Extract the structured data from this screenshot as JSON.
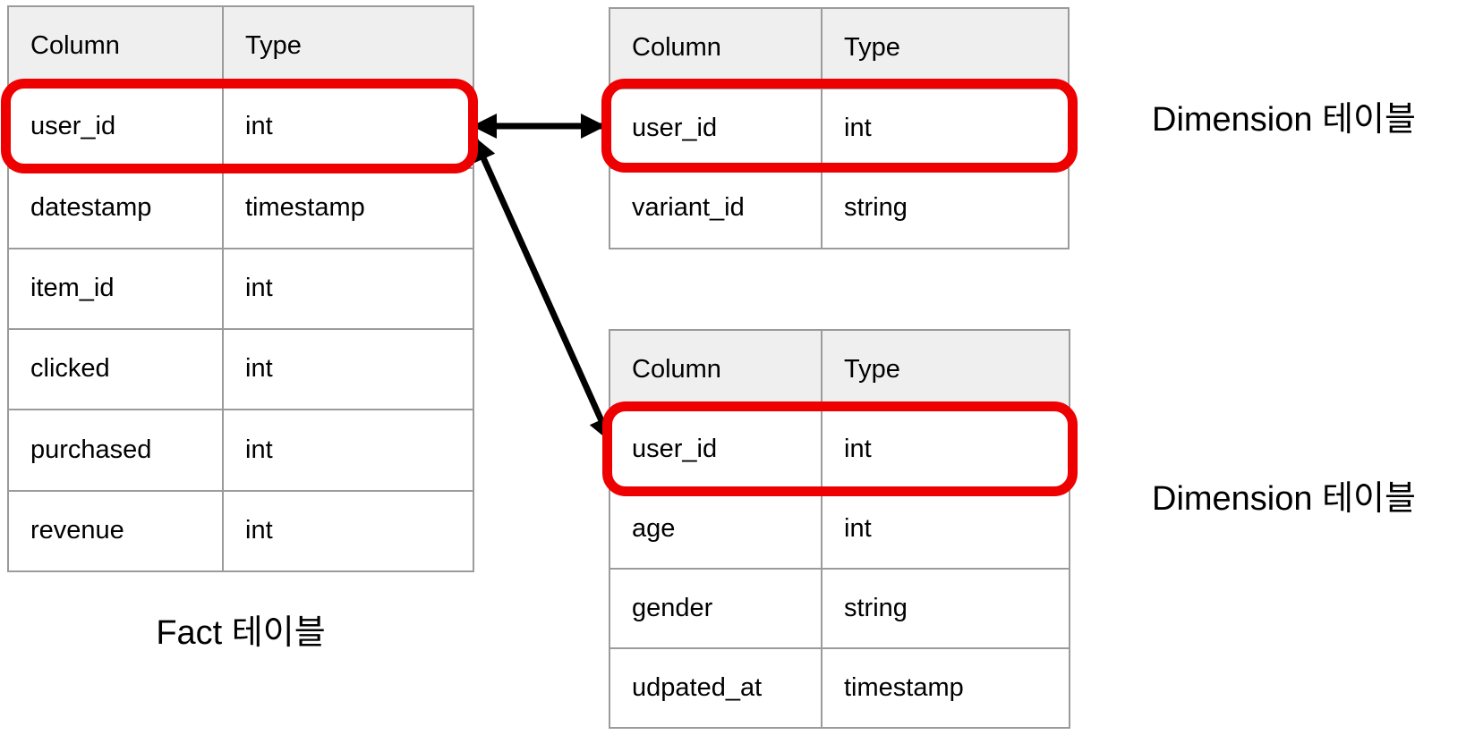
{
  "tables": {
    "fact": {
      "label": "Fact 테이블",
      "headers": {
        "column": "Column",
        "type": "Type"
      },
      "rows": [
        {
          "column": "user_id",
          "type": "int",
          "highlighted": true
        },
        {
          "column": "datestamp",
          "type": "timestamp",
          "highlighted": false
        },
        {
          "column": "item_id",
          "type": "int",
          "highlighted": false
        },
        {
          "column": "clicked",
          "type": "int",
          "highlighted": false
        },
        {
          "column": "purchased",
          "type": "int",
          "highlighted": false
        },
        {
          "column": "revenue",
          "type": "int",
          "highlighted": false
        }
      ]
    },
    "dimension_top": {
      "label": "Dimension 테이블",
      "headers": {
        "column": "Column",
        "type": "Type"
      },
      "rows": [
        {
          "column": "user_id",
          "type": "int",
          "highlighted": true
        },
        {
          "column": "variant_id",
          "type": "string",
          "highlighted": false
        }
      ]
    },
    "dimension_bottom": {
      "label": "Dimension 테이블",
      "headers": {
        "column": "Column",
        "type": "Type"
      },
      "rows": [
        {
          "column": "user_id",
          "type": "int",
          "highlighted": true
        },
        {
          "column": "age",
          "type": "int",
          "highlighted": false
        },
        {
          "column": "gender",
          "type": "string",
          "highlighted": false
        },
        {
          "column": "udpated_at",
          "type": "timestamp",
          "highlighted": false
        }
      ]
    }
  },
  "relations": [
    {
      "from": "fact.user_id",
      "to": "dimension_top.user_id",
      "style": "double-headed-arrow"
    },
    {
      "from": "fact.user_id",
      "to": "dimension_bottom.user_id",
      "style": "double-headed-arrow"
    }
  ],
  "colors": {
    "highlight_red": "#ee0000",
    "arrow_black": "#000000",
    "table_border_gray": "#9b9b9b",
    "header_bg_gray": "#efefef",
    "text_black": "#000000",
    "background": "#ffffff"
  }
}
